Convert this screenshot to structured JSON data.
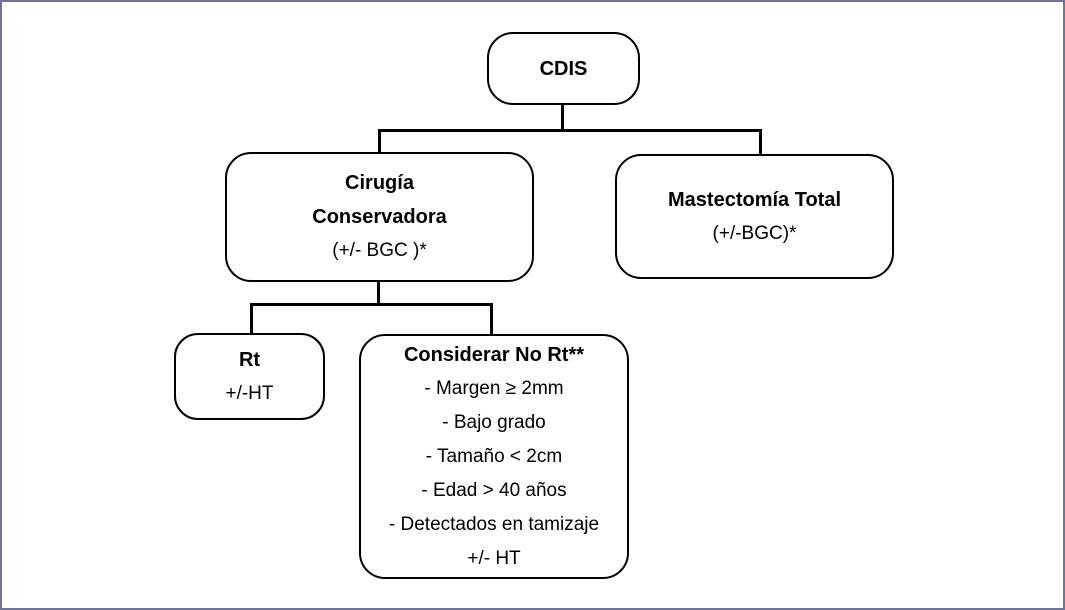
{
  "frame": {
    "background_color": "#ffffff",
    "border_color": "#72739b",
    "node_line_color": "#000000"
  },
  "nodes": {
    "root": {
      "title": "CDIS"
    },
    "conservative": {
      "title_line1": "Cirugía",
      "title_line2": "Conservadora",
      "subtitle": "(+/- BGC )*"
    },
    "mastectomy": {
      "title": "Mastectomía Total",
      "subtitle": "(+/-BGC)*"
    },
    "rt": {
      "title": "Rt",
      "subtitle": "+/-HT"
    },
    "no_rt": {
      "title": "Considerar No Rt**",
      "criteria": [
        "- Margen ≥ 2mm",
        "- Bajo grado",
        "- Tamaño < 2cm",
        "- Edad > 40 años",
        "- Detectados en tamizaje",
        "+/- HT"
      ]
    }
  }
}
